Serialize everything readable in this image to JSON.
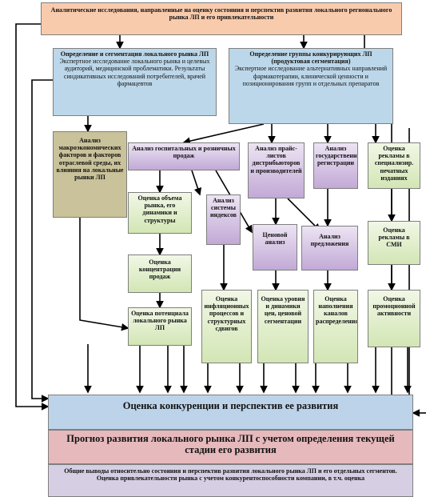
{
  "top_box": "Аналитические исследования, направленные на оценку состояния и перспектив развития локального регионального рынка ЛП и его привлекательности",
  "seg_box": {
    "title": "Определение и сегментация локального рынка ЛП",
    "body": "Экспертное исследование локального рынка и целевых аудиторий, медицинской проблематики. Результаты синдикативных исследований потребителей, врачей фармацевтов"
  },
  "group_box": {
    "title": "Определение группы конкурирующих ЛП (продуктовая сегментация)",
    "body": "Экспертное исследование альтернативных направлений фармакотерапии, клинической ценности и позиционирования групп и отдельных препаратов"
  },
  "macro_box": "Анализ макроэкономических факторов и факторов отраслевой среды, их влияния на локальные рынки ЛП",
  "hospital_box": "Анализ госпитальных и розничных продаж",
  "price_lists_box": "Анализ прайс-листов дистрибьюторов и производителей",
  "registration_box": "Анализ государственной регистрации",
  "ads_special_box": "Оценка рекламы в специализир. печатных изданиях",
  "volume_box": "Оценка объема рынка, его динамики и структуры",
  "index_box": "Анализ системы индексов",
  "price_analysis_box": "Ценовой анализ",
  "offer_box": "Анализ предложения",
  "ads_media_box": "Оценка рекламы в СМИ",
  "concentration_box": "Оценка концентрации продаж",
  "potential_box": "Оценка потенциала локального рынка ЛП",
  "inflation_box": "Оценка инфляционных процессов и структурных сдвигов",
  "price_level_box": "Оценка уровня и динамики цен, ценовой сегментации",
  "distribution_box": "Оценка наполнения каналов распределения",
  "promo_box": "Оценка промоционной активности",
  "competition_box": "Оценка конкуренции и перспектив ее развития",
  "forecast_box": "Прогноз развития локального рынка ЛП с учетом определения текущей стадии его развития",
  "conclusions_box": {
    "line1": "Общие выводы относительно состояния и перспектив развития локального рынка ЛП и его отдельных сегментов.",
    "line2": "Оценка привлекательности рынка с учетом конкурентоспособности компании, в т.ч. оценка"
  }
}
